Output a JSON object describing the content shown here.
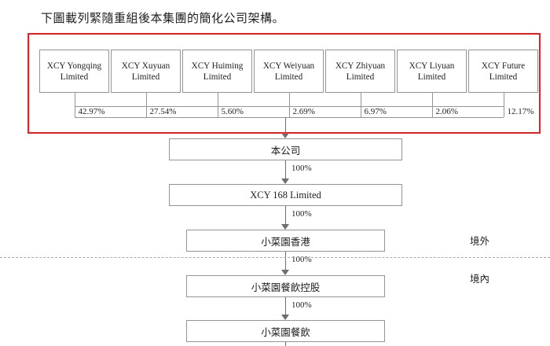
{
  "title": "下圖載列緊隨重組後本集團的簡化公司架構。",
  "highlight_color": "#ee1c1c",
  "chart_data": {
    "type": "diagram",
    "title": "下圖載列緊隨重組後本集團的簡化公司架構。",
    "diagram_kind": "corporate-ownership-structure",
    "shareholders": [
      {
        "name": "XCY Yongqing Limited",
        "percent": "42.97%"
      },
      {
        "name": "XCY Xuyuan Limited",
        "percent": "27.54%"
      },
      {
        "name": "XCY Huiming Limited",
        "percent": "5.60%"
      },
      {
        "name": "XCY Weiyuan Limited",
        "percent": "2.69%"
      },
      {
        "name": "XCY Zhiyuan Limited",
        "percent": "6.97%"
      },
      {
        "name": "XCY Liyuan Limited",
        "percent": "2.06%"
      },
      {
        "name": "XCY Future Limited",
        "percent": "12.17%"
      }
    ],
    "chain": [
      {
        "name": "本公司",
        "to_next_percent": "100%"
      },
      {
        "name": "XCY 168 Limited",
        "to_next_percent": "100%"
      },
      {
        "name": "小菜園香港",
        "to_next_percent": "100%"
      },
      {
        "name": "小菜園餐飲控股",
        "to_next_percent": "100%"
      },
      {
        "name": "小菜園餐飲",
        "to_next_percent": ""
      }
    ],
    "zones": [
      {
        "label": "境外"
      },
      {
        "label": "境內"
      }
    ]
  },
  "shareholders": [
    {
      "name": "XCY Yongqing Limited",
      "percent": "42.97%"
    },
    {
      "name": "XCY Xuyuan Limited",
      "percent": "27.54%"
    },
    {
      "name": "XCY Huiming Limited",
      "percent": "5.60%"
    },
    {
      "name": "XCY Weiyuan Limited",
      "percent": "2.69%"
    },
    {
      "name": "XCY Zhiyuan Limited",
      "percent": "6.97%"
    },
    {
      "name": "XCY Liyuan Limited",
      "percent": "2.06%"
    },
    {
      "name": "XCY Future Limited",
      "percent": "12.17%"
    }
  ],
  "chain": [
    {
      "name": "本公司",
      "percent": "100%"
    },
    {
      "name": "XCY 168 Limited",
      "percent": "100%"
    },
    {
      "name": "小菜園香港",
      "percent": "100%"
    },
    {
      "name": "小菜園餐飲控股",
      "percent": "100%"
    },
    {
      "name": "小菜園餐飲",
      "percent": ""
    }
  ],
  "zones": {
    "offshore": "境外",
    "onshore": "境內"
  }
}
